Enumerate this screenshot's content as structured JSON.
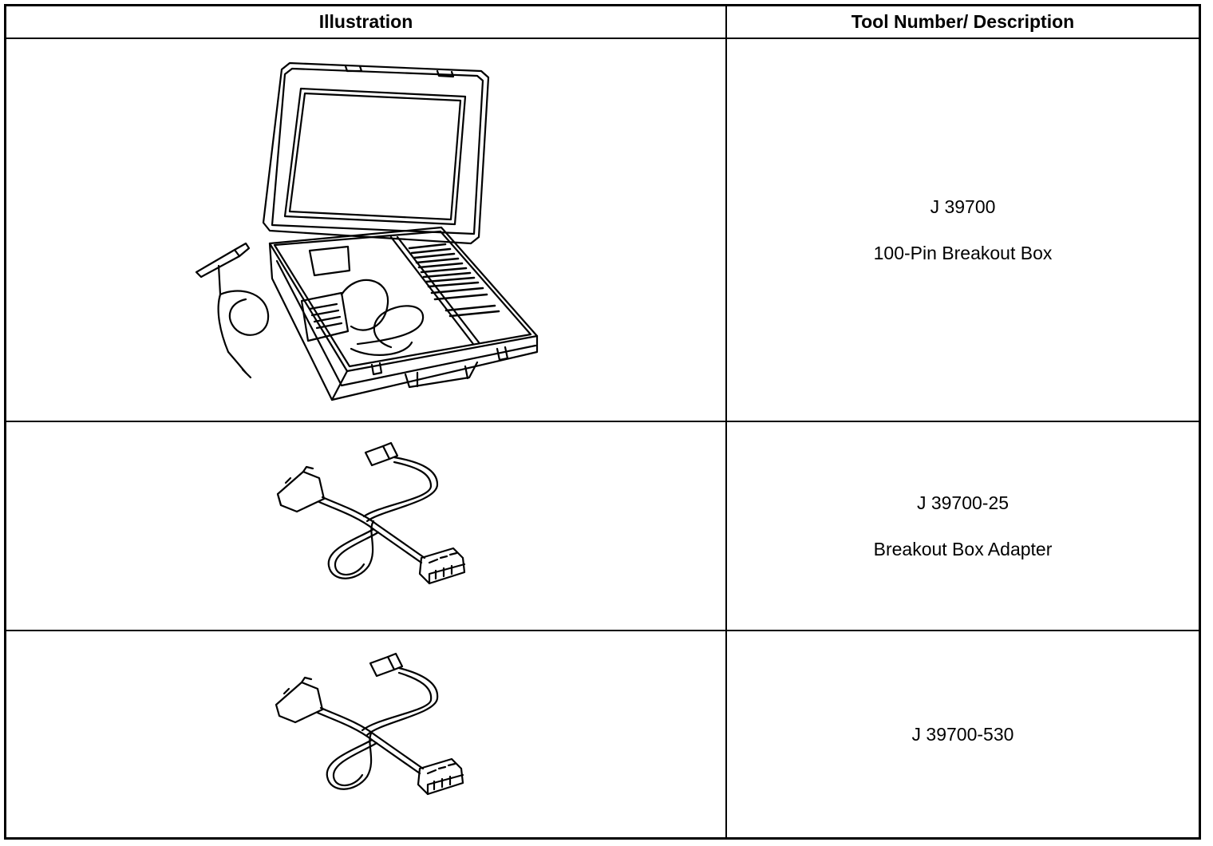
{
  "table": {
    "headers": {
      "illustration": "Illustration",
      "tool_description": "Tool Number/ Description"
    },
    "rows": [
      {
        "tool_number": "J 39700",
        "description": "100-Pin Breakout Box",
        "illustration_icon": "breakout-box-case-icon"
      },
      {
        "tool_number": "J 39700-25",
        "description": "Breakout Box Adapter",
        "illustration_icon": "adapter-cable-icon"
      },
      {
        "tool_number": "J 39700-530",
        "description": "",
        "illustration_icon": "adapter-cable-icon"
      }
    ]
  },
  "colors": {
    "border": "#000000",
    "background": "#ffffff"
  }
}
